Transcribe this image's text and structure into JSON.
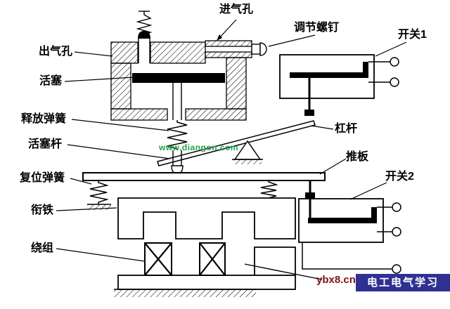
{
  "diagram": {
    "labels": {
      "air_inlet": "进气孔",
      "adjusting_screw": "调节螺钉",
      "switch_1": "开关1",
      "air_outlet": "出气孔",
      "piston": "活塞",
      "release_spring": "释放弹簧",
      "piston_rod": "活塞杆",
      "lever": "杠杆",
      "push_plate": "推板",
      "return_spring": "复位弹簧",
      "switch_2": "开关2",
      "armature": "衔铁",
      "winding": "绕组"
    }
  },
  "watermarks": {
    "center_url": "www.diangon.com",
    "corner_url": "ybx8.cn",
    "footer_text": "电工电气学习"
  },
  "colors": {
    "line": "#000000",
    "background": "#ffffff",
    "watermark_green": "#1fa24a",
    "watermark_maroon": "#7b1416",
    "footer_bg": "#2e3192",
    "footer_fg": "#ffffff"
  }
}
